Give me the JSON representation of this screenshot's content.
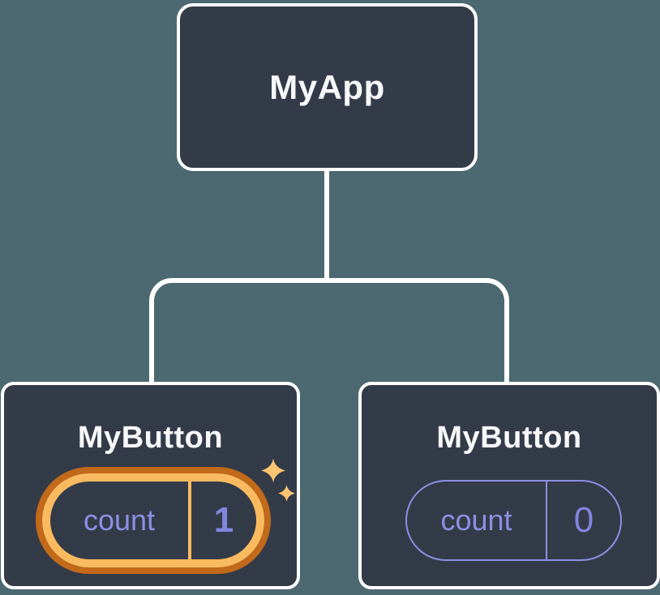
{
  "diagram": {
    "title": "component-tree",
    "colors": {
      "background": "#4C6971",
      "card_background": "#343B48",
      "card_border": "#FFFFFF",
      "connector": "#FFFFFF",
      "text_primary": "#F7F8FA",
      "state_purple": "#8B90E4",
      "highlight_orange_dark": "#C2691A",
      "highlight_orange_light": "#FABB60",
      "sparkle_orange": "#FBC471"
    },
    "tree": {
      "root": {
        "label": "MyApp"
      },
      "children": [
        {
          "label": "MyButton",
          "state_name": "count",
          "state_value": "1",
          "highlighted": true,
          "icon": "sparkles-icon"
        },
        {
          "label": "MyButton",
          "state_name": "count",
          "state_value": "0",
          "highlighted": false
        }
      ]
    }
  }
}
